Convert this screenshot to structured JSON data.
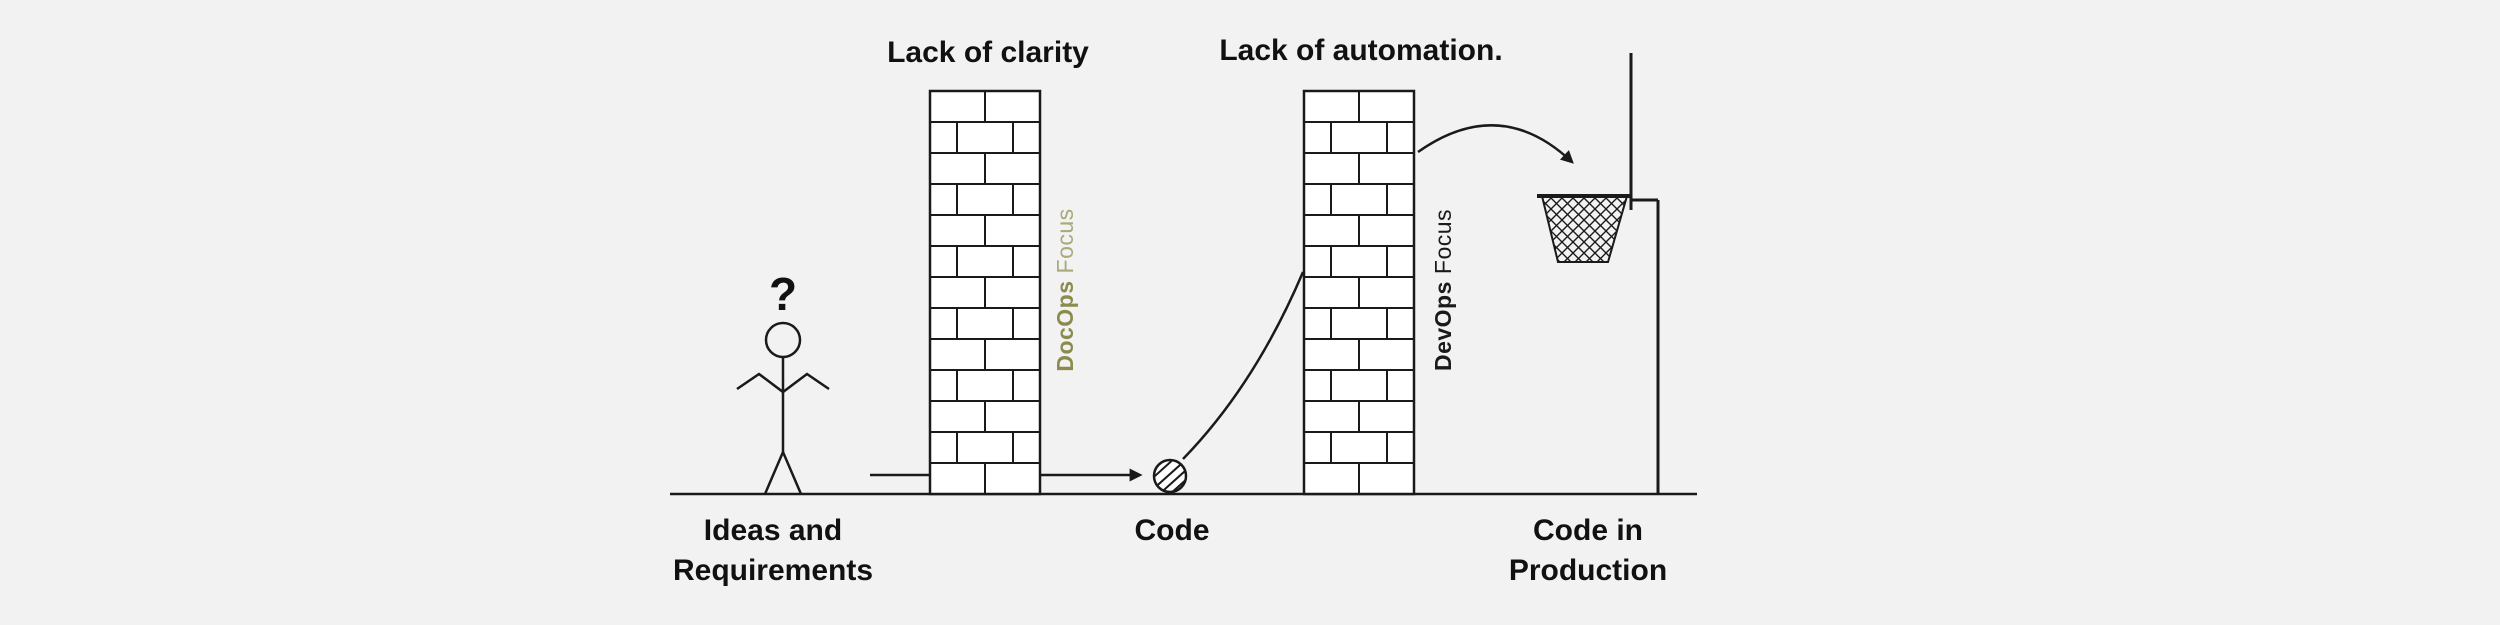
{
  "colors": {
    "background": "#f2f2f2",
    "ink": "#1a1a1a",
    "docops_bold": "#8b8b4d",
    "docops_light": "#a9a979",
    "devops": "#1a1a1a"
  },
  "annotations": {
    "wall1_title": "Lack of clarity",
    "wall2_title": "Lack of automation.",
    "question_mark": "?"
  },
  "vertical_labels": {
    "docops_word1": "DocOps",
    "docops_word2": "Focus",
    "devops_word1": "DevOps",
    "devops_word2": "Focus"
  },
  "stages": {
    "stage1_line1": "Ideas and",
    "stage1_line2": "Requirements",
    "stage2": "Code",
    "stage3_line1": "Code in",
    "stage3_line2": "Production"
  }
}
